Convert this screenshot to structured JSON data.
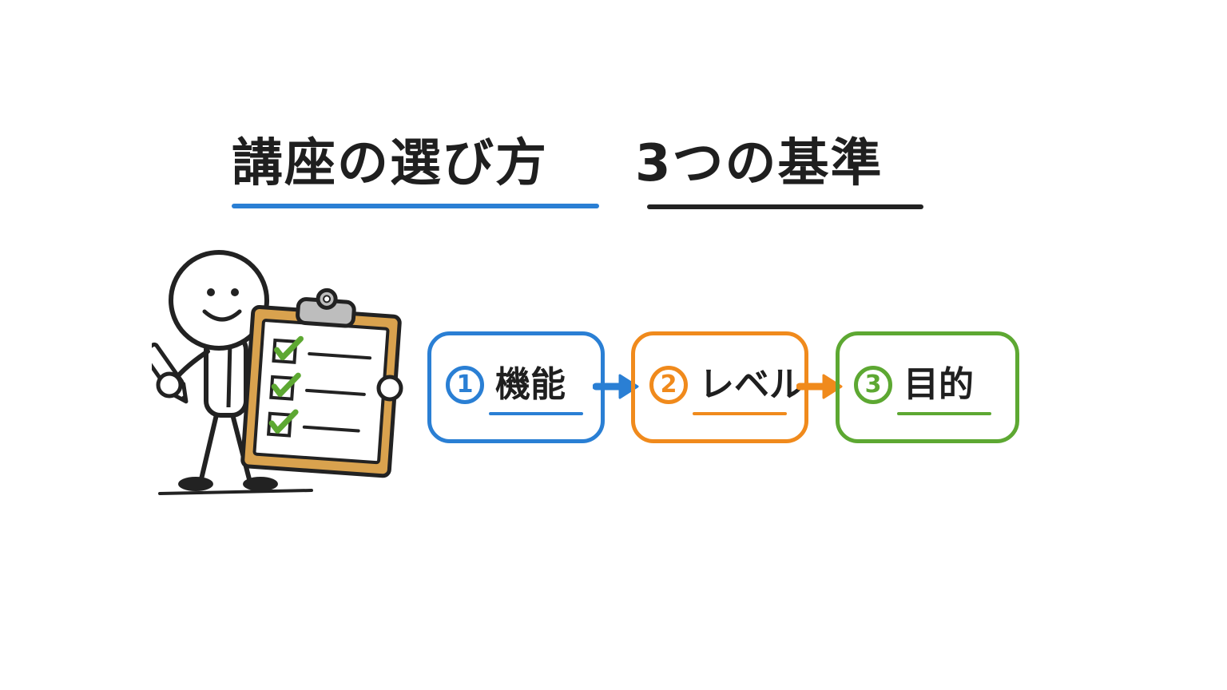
{
  "title": {
    "left": "講座の選び方",
    "right": "3つの基準"
  },
  "steps": [
    {
      "number": "1",
      "label": "機能",
      "color": "#2a7fd4"
    },
    {
      "number": "2",
      "label": "レベル",
      "color": "#f08a1c"
    },
    {
      "number": "3",
      "label": "目的",
      "color": "#5da832"
    }
  ],
  "illustration": {
    "icon": "stick-figure-with-clipboard-icon",
    "checklist_items": 3,
    "check_color": "#5da832",
    "clipboard_color": "#d9a24e"
  }
}
